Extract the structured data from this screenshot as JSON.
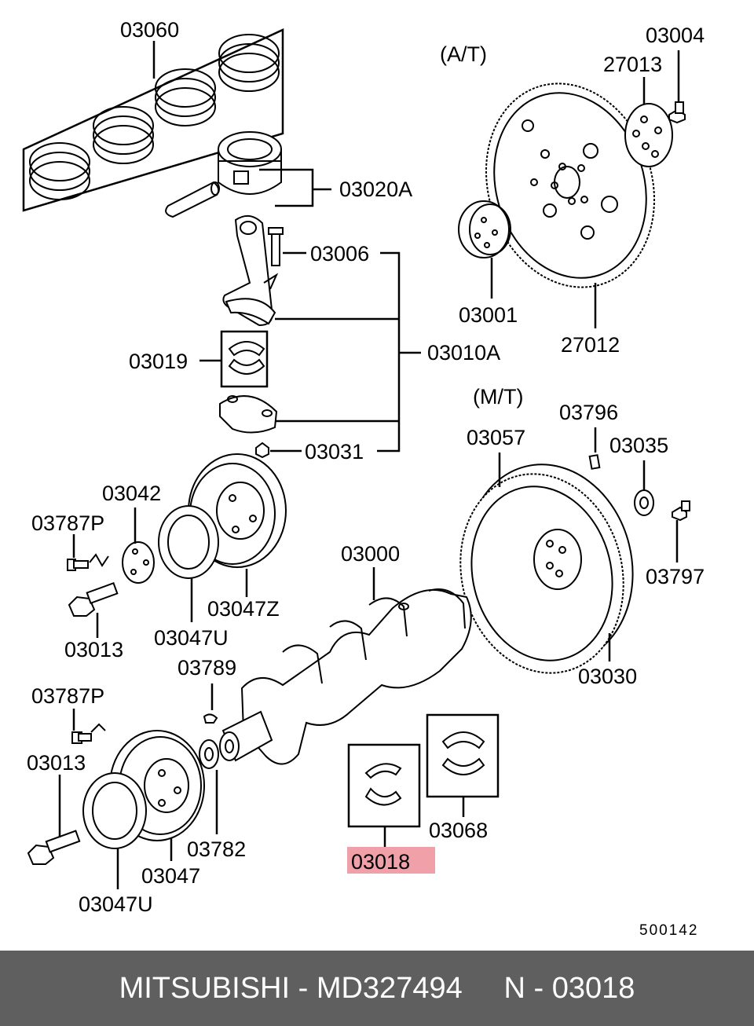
{
  "labels": {
    "l03060": "03060",
    "l03020A": "03020A",
    "l03006": "03006",
    "l03019": "03019",
    "l03010A": "03010A",
    "l03031": "03031",
    "l03042": "03042",
    "l03787P_a": "03787P",
    "l03013_a": "03013",
    "l03047U_a": "03047U",
    "l03047Z": "03047Z",
    "l03000": "03000",
    "l03789": "03789",
    "l03787P_b": "03787P",
    "l03013_b": "03013",
    "l03782": "03782",
    "l03047": "03047",
    "l03047U_b": "03047U",
    "l03018": "03018",
    "l03068": "03068",
    "l03004": "03004",
    "l27013": "27013",
    "lAT": "(A/T)",
    "l03001": "03001",
    "l27012": "27012",
    "lMT": "(M/T)",
    "l03796": "03796",
    "l03057": "03057",
    "l03035": "03035",
    "l03797": "03797",
    "l03030": "03030",
    "code": "500142"
  },
  "highlight_color": "#f0a0a8",
  "footer": {
    "brand": "MITSUBISHI",
    "part_number": "MD327494",
    "ref": "N - 03018",
    "text": "MITSUBISHI - MD327494     N - 03018"
  }
}
